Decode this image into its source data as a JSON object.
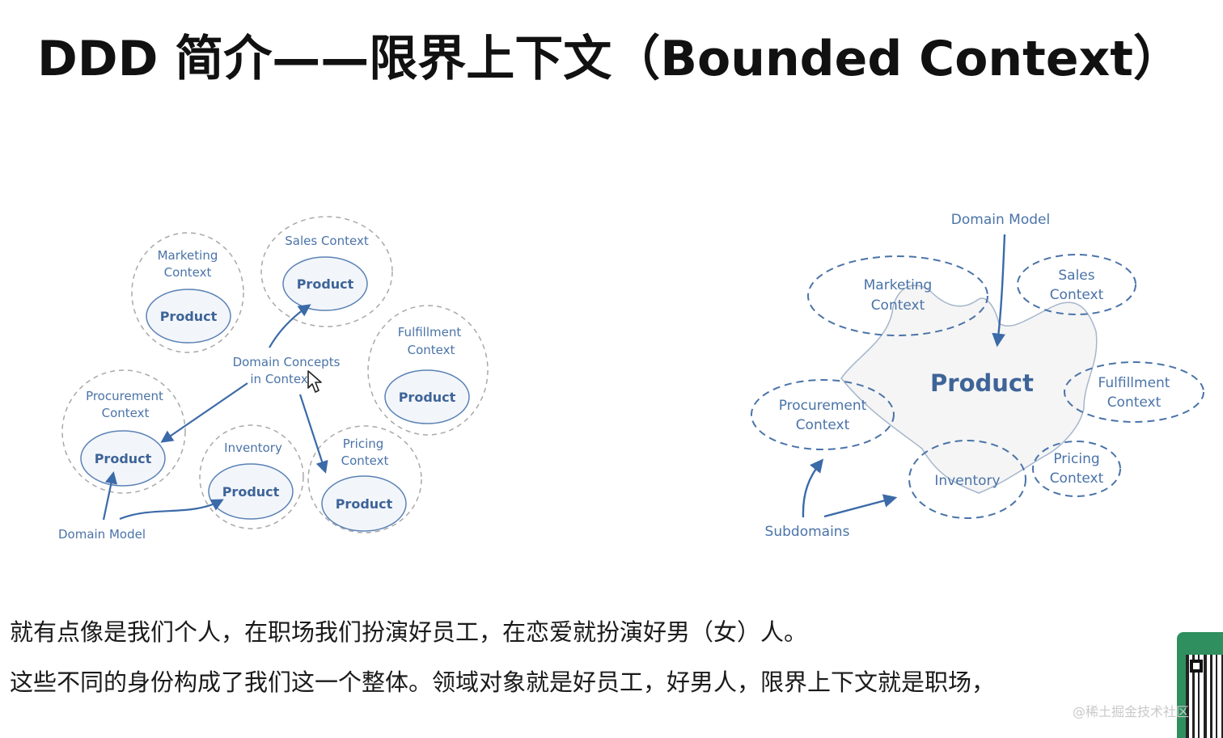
{
  "page": {
    "title": "DDD 简介——限界上下文（Bounded Context）",
    "body_lines": [
      "就有点像是我们个人，在职场我们扮演好员工，在恋爱就扮演好男（女）人。",
      "这些不同的身份构成了我们这一个整体。领域对象就是好员工，好男人，限界上下文就是职场，"
    ],
    "watermark": "@稀土掘金技术社区"
  },
  "left_diagram": {
    "contexts": [
      {
        "label": [
          "Marketing",
          "Context"
        ],
        "product": "Product"
      },
      {
        "label": [
          "Sales Context"
        ],
        "product": "Product"
      },
      {
        "label": [
          "Fulfillment",
          "Context"
        ],
        "product": "Product"
      },
      {
        "label": [
          "Procurement",
          "Context"
        ],
        "product": "Product"
      },
      {
        "label": [
          "Inventory"
        ],
        "product": "Product"
      },
      {
        "label": [
          "Pricing",
          "Context"
        ],
        "product": "Product"
      }
    ],
    "center_label": [
      "Domain Concepts",
      "in Context"
    ],
    "domain_model_label": "Domain Model"
  },
  "right_diagram": {
    "domain_model_label": "Domain Model",
    "product_label": "Product",
    "contexts": [
      [
        "Marketing",
        "Context"
      ],
      [
        "Sales",
        "Context"
      ],
      [
        "Fulfillment",
        "Context"
      ],
      [
        "Procurement",
        "Context"
      ],
      [
        "Inventory"
      ],
      [
        "Pricing",
        "Context"
      ]
    ],
    "subdomains_label": "Subdomains"
  },
  "colors": {
    "diagram_blue": "#4a73a8",
    "arrow_blue": "#3b6aa8",
    "dashed_gray": "#a9a9a9",
    "product_fill": "#f2f5fa"
  },
  "icons": [
    "mouse-cursor-icon",
    "qr-code-icon"
  ]
}
